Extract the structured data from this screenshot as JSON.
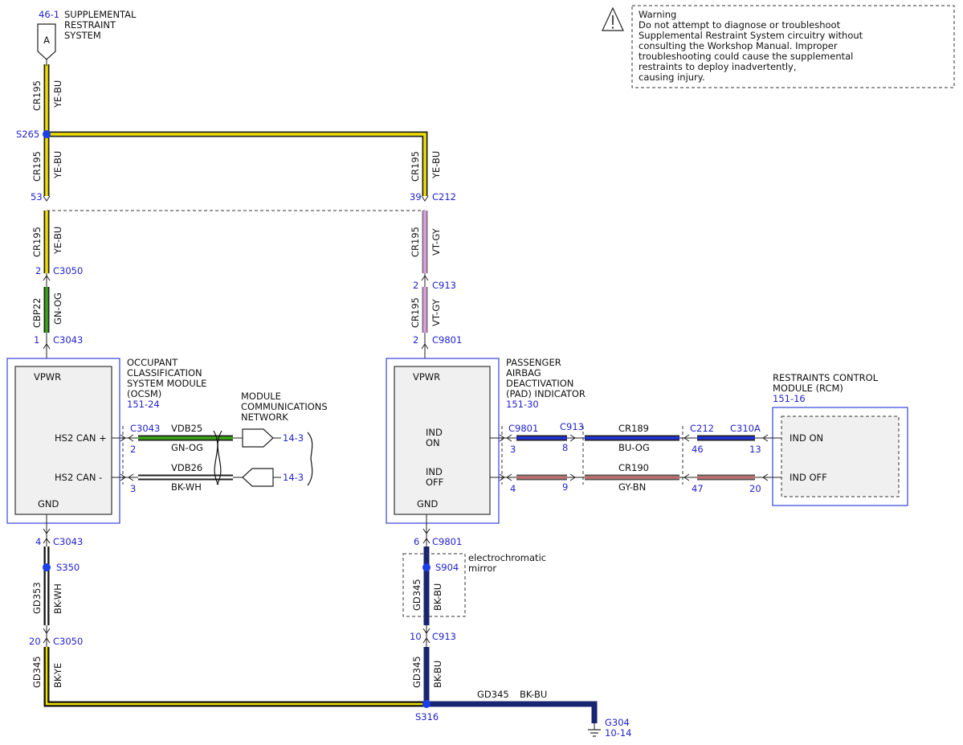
{
  "warning": {
    "lines": [
      "Warning",
      "Do not attempt to diagnose or troubleshoot",
      "Supplemental Restraint System circuitry without",
      "consulting the Workshop Manual. Improper",
      "troubleshooting could cause the supplemental",
      "restraints to deploy inadvertently,",
      "causing injury."
    ]
  },
  "top_connector": {
    "ref": "46-1",
    "label_lines": [
      "SUPPLEMENTAL",
      "RESTRAINT",
      "SYSTEM"
    ],
    "pin": "A"
  },
  "splices": {
    "s265": "S265",
    "s350": "S350",
    "s904": "S904",
    "s316": "S316"
  },
  "circuits": {
    "cr195": "CR195",
    "cbp22": "CBP22",
    "gd353": "GD353",
    "gd345": "GD345",
    "vdb25": "VDB25",
    "vdb26": "VDB26",
    "cr189": "CR189",
    "cr190": "CR190"
  },
  "colors": {
    "ye_bu": "YE-BU",
    "vt_gy": "VT-GY",
    "gn_og": "GN-OG",
    "bk_wh": "BK-WH",
    "bk_ye": "BK-YE",
    "bk_bu": "BK-BU",
    "bu_og": "BU-OG",
    "gy_bn": "GY-BN"
  },
  "connectors": {
    "left_53": {
      "pin": "53"
    },
    "c3050_top": {
      "pin": "2",
      "name": "C3050"
    },
    "c3043_top": {
      "pin": "1",
      "name": "C3043"
    },
    "c212_top": {
      "pin": "39",
      "name": "C212"
    },
    "c913_top": {
      "pin": "2",
      "name": "C913"
    },
    "c9801_top": {
      "pin": "2",
      "name": "C9801"
    },
    "c3043_can": {
      "name": "C3043",
      "pin_a": "2",
      "pin_b": "3"
    },
    "c9801_ind": {
      "name": "C9801",
      "pin_a": "3",
      "pin_b": "4"
    },
    "c913_ind": {
      "name": "C913",
      "pin_a": "8",
      "pin_b": "9"
    },
    "c212_ind": {
      "name": "C212",
      "pin_a": "46",
      "pin_b": "47"
    },
    "c310a_ind": {
      "name": "C310A",
      "pin_a": "13",
      "pin_b": "20"
    },
    "c3043_bot": {
      "pin": "4",
      "name": "C3043"
    },
    "c3050_bot": {
      "pin": "20",
      "name": "C3050"
    },
    "c9801_bot": {
      "pin": "6",
      "name": "C9801"
    },
    "c913_bot": {
      "pin": "10",
      "name": "C913"
    }
  },
  "ocsm": {
    "title_lines": [
      "OCCUPANT",
      "CLASSIFICATION",
      "SYSTEM MODULE",
      "(OCSM)"
    ],
    "ref": "151-24",
    "vpwr": "VPWR",
    "can_hi": "HS2 CAN +",
    "can_lo": "HS2 CAN -",
    "gnd": "GND"
  },
  "mcn": {
    "title_lines": [
      "MODULE",
      "COMMUNICATIONS",
      "NETWORK"
    ],
    "ref_a": "14-3",
    "ref_b": "14-3"
  },
  "pad": {
    "title_lines": [
      "PASSENGER",
      "AIRBAG",
      "DEACTIVATION",
      "(PAD) INDICATOR"
    ],
    "ref": "151-30",
    "vpwr": "VPWR",
    "ind_on_lines": [
      "IND",
      "ON"
    ],
    "ind_off_lines": [
      "IND",
      "OFF"
    ],
    "gnd": "GND"
  },
  "rcm": {
    "title_lines": [
      "RESTRAINTS CONTROL",
      "MODULE (RCM)"
    ],
    "ref": "151-16",
    "ind_on": "IND ON",
    "ind_off": "IND OFF"
  },
  "mirror_note_lines": [
    "electrochromatic",
    "mirror"
  ],
  "ground": {
    "name": "G304",
    "ref": "10-14"
  },
  "wire_colors_hex": {
    "yellow": "#f0e000",
    "violet": "#e49be8",
    "green": "#3aa815",
    "black": "#111111",
    "blue": "#2233dd",
    "grey_brown": "#c07070",
    "navy": "#1a2570"
  }
}
